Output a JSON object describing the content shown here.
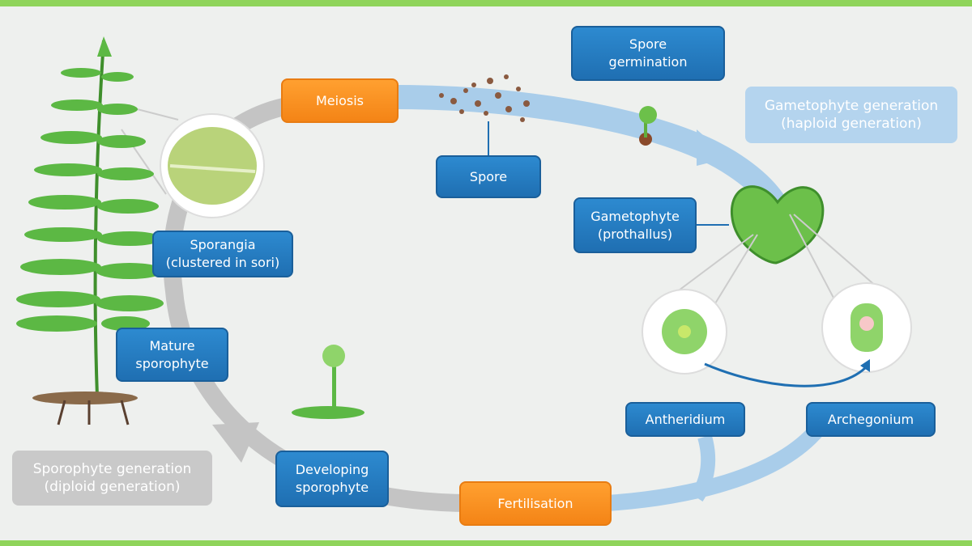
{
  "labels": {
    "meiosis": "Meiosis",
    "spore": "Spore",
    "spore_germination": "Spore\ngermination",
    "gametophyte_generation": "Gametophyte generation\n(haploid generation)",
    "gametophyte": "Gametophyte\n(prothallus)",
    "antheridium": "Antheridium",
    "archegonium": "Archegonium",
    "fertilisation": "Fertilisation",
    "developing_sporophyte": "Developing\nsporophyte",
    "mature_sporophyte": "Mature\nsporophyte",
    "sporangia": "Sporangia\n(clustered in sori)",
    "sporophyte_generation": "Sporophyte generation\n(diploid generation)"
  },
  "colors": {
    "accent_green": "#8fd45a",
    "stage_blue": "#2378bd",
    "process_orange": "#f7901e",
    "haploid_arrow": "#a9cdea",
    "diploid_arrow": "#c4c4c4"
  }
}
